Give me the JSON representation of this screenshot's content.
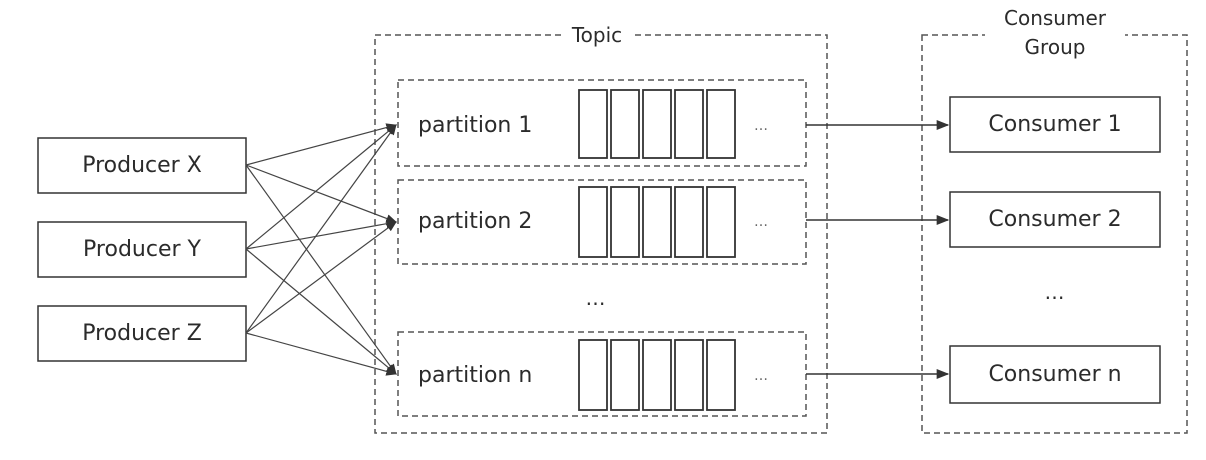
{
  "topic": {
    "title": "Topic"
  },
  "consumer_group": {
    "title_line1": "Consumer",
    "title_line2": "Group"
  },
  "producers": [
    {
      "label": "Producer X"
    },
    {
      "label": "Producer Y"
    },
    {
      "label": "Producer Z"
    }
  ],
  "partitions": [
    {
      "label": "partition 1",
      "more": "…"
    },
    {
      "label": "partition 2",
      "more": "…"
    },
    {
      "label": "partition n",
      "more": "…"
    }
  ],
  "partition_ellipsis": "…",
  "consumers": [
    {
      "label": "Consumer 1"
    },
    {
      "label": "Consumer 2"
    },
    {
      "label": "Consumer n"
    }
  ],
  "consumer_ellipsis": "…",
  "colors": {
    "stroke": "#333333",
    "dashed": "#555555",
    "text": "#2b2b2b",
    "background": "#ffffff"
  }
}
